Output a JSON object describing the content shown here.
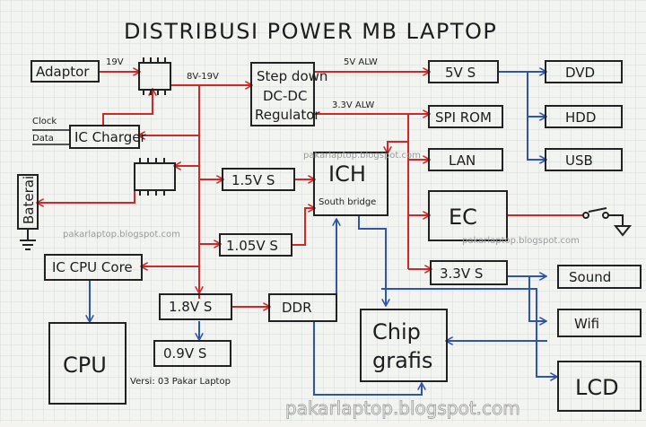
{
  "title": "DISTRIBUSI  POWER  MB  LAPTOP",
  "blocks": {
    "adaptor": "Adaptor",
    "ic_charger": "IC Charger",
    "baterai": "Baterai",
    "step_down_1": "Step down",
    "step_down_2": "DC-DC",
    "step_down_3": "Regulator",
    "p5v_s": "5V S",
    "spi_rom": "SPI ROM",
    "lan": "LAN",
    "ec": "EC",
    "p3v3_s": "3.3V S",
    "dvd": "DVD",
    "hdd": "HDD",
    "usb": "USB",
    "sound": "Sound",
    "wifi": "Wifi",
    "lcd": "LCD",
    "ich": "ICH",
    "ich_sub": "South bridge",
    "p1v5_s": "1.5V S",
    "p1v05_s": "1.05V S",
    "ic_cpu_core": "IC CPU Core",
    "p1v8_s": "1.8V S",
    "ddr": "DDR",
    "chip_1": "Chip",
    "chip_2": "grafis",
    "cpu": "CPU",
    "p0v9_s": "0.9V S"
  },
  "labels": {
    "v19": "19V",
    "v8_19": "8V-19V",
    "v5_alw": "5V ALW",
    "v3_alw": "3.3V ALW",
    "clock": "Clock",
    "data": "Data",
    "version": "Versi: 03 Pakar Laptop"
  },
  "watermarks": {
    "wm1": "pakarlaptop.blogspot.com",
    "wm2": "pakarlaptop.blogspot.com",
    "wm3": "pakarlaptop.blogspot.com",
    "wm4": "pakarlaptop.blogspot.com"
  },
  "colors": {
    "paper": "#f3f4ef",
    "grid": "#c9d3d9",
    "ink": "#1d1d1d",
    "power_line": "#cc2a2a",
    "signal_line": "#2f55a4"
  }
}
